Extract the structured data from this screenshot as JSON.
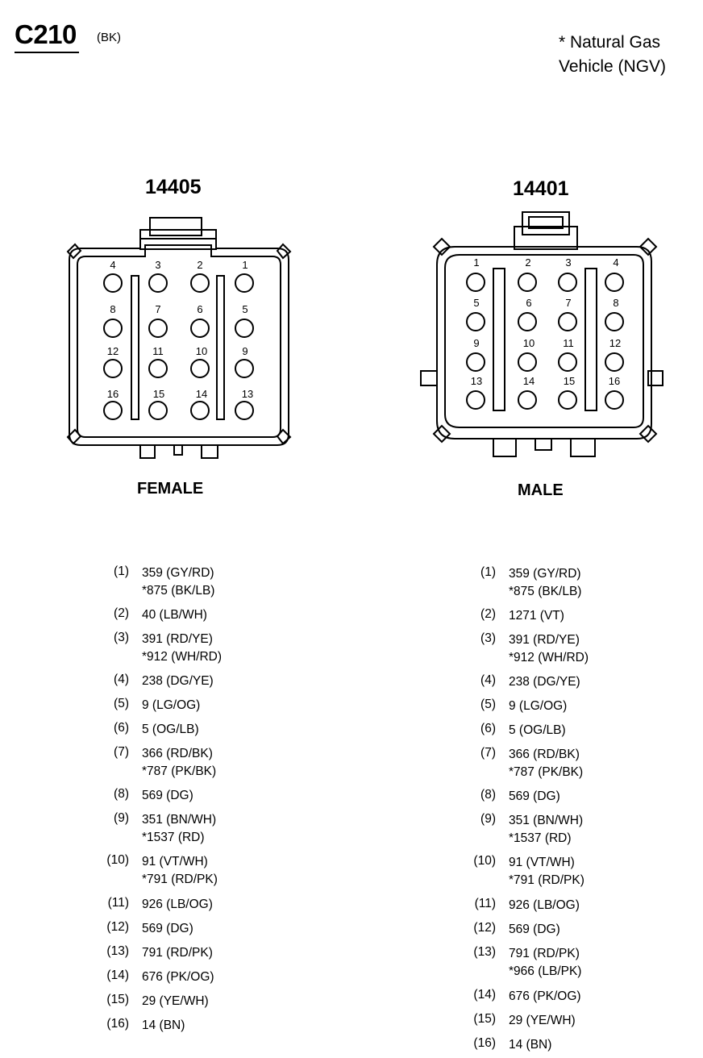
{
  "header": {
    "connector_id": "C210",
    "color_code": "(BK)",
    "note_lines": [
      "* Natural Gas",
      "Vehicle (NGV)"
    ]
  },
  "female": {
    "part_number": "14405",
    "label": "FEMALE",
    "pin_labels": [
      "4",
      "3",
      "2",
      "1",
      "8",
      "7",
      "6",
      "5",
      "12",
      "11",
      "10",
      "9",
      "16",
      "15",
      "14",
      "13"
    ]
  },
  "male": {
    "part_number": "14401",
    "label": "MALE",
    "pin_labels": [
      "1",
      "2",
      "3",
      "4",
      "5",
      "6",
      "7",
      "8",
      "9",
      "10",
      "11",
      "12",
      "13",
      "14",
      "15",
      "16"
    ]
  },
  "female_pins": [
    {
      "pin": "(1)",
      "wires": [
        "359 (GY/RD)",
        "*875 (BK/LB)"
      ]
    },
    {
      "pin": "(2)",
      "wires": [
        "40 (LB/WH)"
      ]
    },
    {
      "pin": "(3)",
      "wires": [
        "391 (RD/YE)",
        "*912 (WH/RD)"
      ]
    },
    {
      "pin": "(4)",
      "wires": [
        "238 (DG/YE)"
      ]
    },
    {
      "pin": "(5)",
      "wires": [
        "9 (LG/OG)"
      ]
    },
    {
      "pin": "(6)",
      "wires": [
        "5 (OG/LB)"
      ]
    },
    {
      "pin": "(7)",
      "wires": [
        "366 (RD/BK)",
        "*787 (PK/BK)"
      ]
    },
    {
      "pin": "(8)",
      "wires": [
        "569 (DG)"
      ]
    },
    {
      "pin": "(9)",
      "wires": [
        "351 (BN/WH)",
        "*1537 (RD)"
      ]
    },
    {
      "pin": "(10)",
      "wires": [
        "91 (VT/WH)",
        "*791 (RD/PK)"
      ]
    },
    {
      "pin": "(11)",
      "wires": [
        "926 (LB/OG)"
      ]
    },
    {
      "pin": "(12)",
      "wires": [
        "569 (DG)"
      ]
    },
    {
      "pin": "(13)",
      "wires": [
        "791 (RD/PK)"
      ]
    },
    {
      "pin": "(14)",
      "wires": [
        "676 (PK/OG)"
      ]
    },
    {
      "pin": "(15)",
      "wires": [
        "29 (YE/WH)"
      ]
    },
    {
      "pin": "(16)",
      "wires": [
        "14 (BN)"
      ]
    }
  ],
  "male_pins": [
    {
      "pin": "(1)",
      "wires": [
        "359 (GY/RD)",
        "*875 (BK/LB)"
      ]
    },
    {
      "pin": "(2)",
      "wires": [
        "1271 (VT)"
      ]
    },
    {
      "pin": "(3)",
      "wires": [
        "391 (RD/YE)",
        "*912 (WH/RD)"
      ]
    },
    {
      "pin": "(4)",
      "wires": [
        "238 (DG/YE)"
      ]
    },
    {
      "pin": "(5)",
      "wires": [
        "9 (LG/OG)"
      ]
    },
    {
      "pin": "(6)",
      "wires": [
        "5 (OG/LB)"
      ]
    },
    {
      "pin": "(7)",
      "wires": [
        "366 (RD/BK)",
        "*787 (PK/BK)"
      ]
    },
    {
      "pin": "(8)",
      "wires": [
        "569 (DG)"
      ]
    },
    {
      "pin": "(9)",
      "wires": [
        "351 (BN/WH)",
        "*1537 (RD)"
      ]
    },
    {
      "pin": "(10)",
      "wires": [
        "91 (VT/WH)",
        "*791 (RD/PK)"
      ]
    },
    {
      "pin": "(11)",
      "wires": [
        "926 (LB/OG)"
      ]
    },
    {
      "pin": "(12)",
      "wires": [
        "569 (DG)"
      ]
    },
    {
      "pin": "(13)",
      "wires": [
        "791 (RD/PK)",
        "*966 (LB/PK)"
      ]
    },
    {
      "pin": "(14)",
      "wires": [
        "676 (PK/OG)"
      ]
    },
    {
      "pin": "(15)",
      "wires": [
        "29 (YE/WH)"
      ]
    },
    {
      "pin": "(16)",
      "wires": [
        "14 (BN)"
      ]
    }
  ]
}
